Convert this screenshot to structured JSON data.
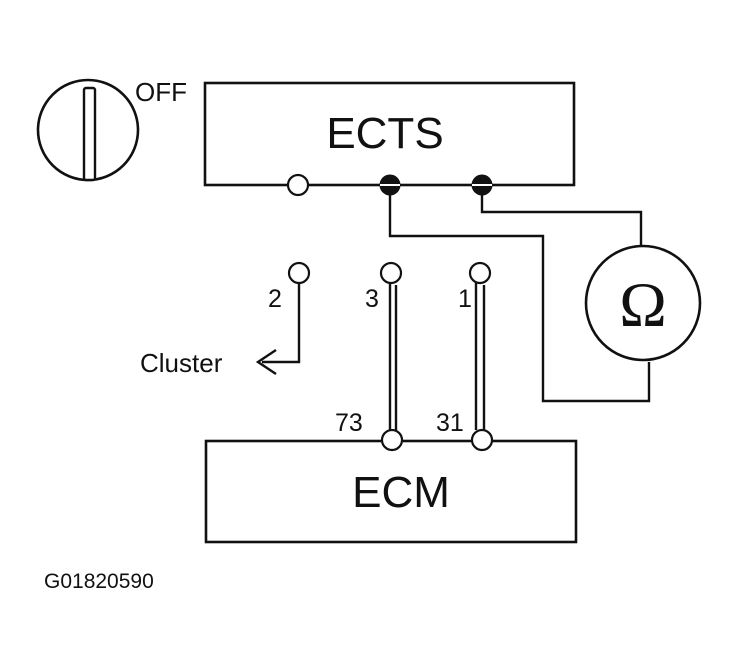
{
  "ignition": {
    "position_label": "OFF"
  },
  "ects": {
    "label": "ECTS"
  },
  "ecm": {
    "label": "ECM",
    "pins": [
      "73",
      "31"
    ]
  },
  "connector": {
    "pins": [
      "2",
      "3",
      "1"
    ]
  },
  "cluster": {
    "label": "Cluster"
  },
  "ohmmeter": {
    "symbol": "Ω"
  },
  "figure_code": "G01820590"
}
